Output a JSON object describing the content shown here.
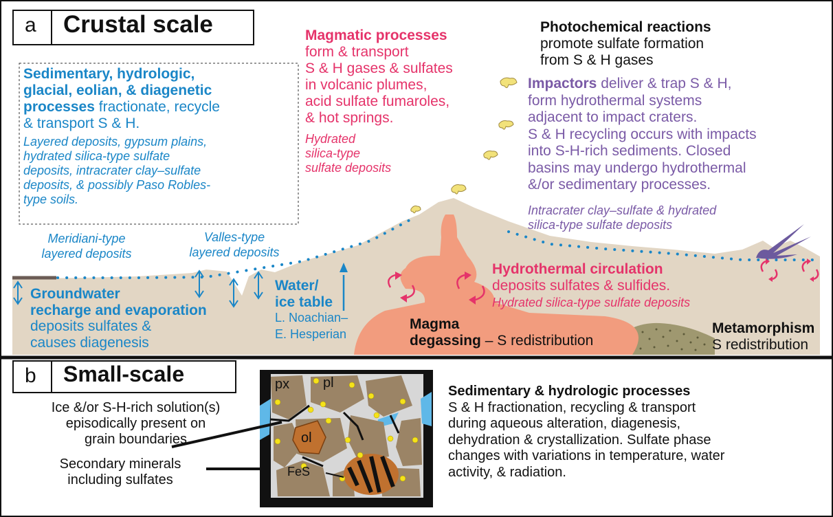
{
  "panel_a": {
    "letter": "a",
    "title": "Crustal scale",
    "sedimentary": {
      "head1": "Sedimentary, hydrologic,",
      "head2": "glacial, eolian, & diagenetic",
      "head3": "processes",
      "head3_tail": " fractionate, recycle",
      "line4": "& transport S & H.",
      "ex1": "Layered deposits, gypsum plains,",
      "ex2": "hydrated silica-type sulfate",
      "ex3": "deposits, intracrater clay–sulfate",
      "ex4": "deposits,  & possibly Paso Robles-",
      "ex5": "type soils."
    },
    "magmatic": {
      "head": "Magmatic processes",
      "l1": "form & transport",
      "l2": "S & H gases & sulfates",
      "l3": "in volcanic plumes,",
      "l4": "acid sulfate fumaroles,",
      "l5": "& hot springs.",
      "ex1": "Hydrated",
      "ex2": "silica-type",
      "ex3": "sulfate deposits"
    },
    "photochemical": {
      "head": "Photochemical reactions",
      "l1": "promote sulfate formation",
      "l2": "from S & H gases"
    },
    "impactors": {
      "head": "Impactors",
      "head_tail": " deliver & trap S & H,",
      "l1": "form hydrothermal systems",
      "l2": "adjacent to impact craters.",
      "l3": "S & H recycling occurs with impacts",
      "l4": "into S-H-rich sediments.  Closed",
      "l5": "basins may undergo hydrothermal",
      "l6": "&/or sedimentary processes.",
      "ex1": "Intracrater clay–sulfate & hydrated",
      "ex2": "silica-type sulfate deposits"
    },
    "meridiani": {
      "l1": "Meridiani-type",
      "l2": "layered deposits"
    },
    "valles": {
      "l1": "Valles-type",
      "l2": "layered deposits"
    },
    "groundwater": {
      "h1": "Groundwater",
      "h2": "recharge and evaporation",
      "l1": "deposits sulfates &",
      "l2": "causes diagenesis"
    },
    "water_table": {
      "h1": "Water/",
      "h2": "ice table",
      "l1": "L. Noachian–",
      "l2": "E. Hesperian"
    },
    "hydrothermal": {
      "head": "Hydrothermal circulation",
      "l1": "deposits sulfates & sulfides.",
      "ex1": "Hydrated silica-type sulfate deposits"
    },
    "magma": {
      "h1": "Magma",
      "h2": "degassing",
      "tail": " – S redistribution"
    },
    "metamorphism": {
      "head": "Metamorphism",
      "l1": "S redistribution"
    }
  },
  "panel_b": {
    "letter": "b",
    "title": "Small-scale",
    "ice": {
      "l1": "Ice &/or S-H-rich solution(s)",
      "l2": "episodically present on",
      "l3": "grain boundaries"
    },
    "secondary": {
      "l1": "Secondary minerals",
      "l2": "including sulfates"
    },
    "grains": {
      "px": "px",
      "pl": "pl",
      "ol": "ol",
      "fes": "FeS"
    },
    "sedimentary": {
      "head": "Sedimentary & hydrologic processes",
      "l1": "S & H fractionation, recycling & transport",
      "l2": "during aqueous alteration, diagenesis,",
      "l3": "dehydration & crystallization. Sulfate phase",
      "l4": "changes with variations in temperature, water",
      "l5": "activity, & radiation."
    }
  },
  "colors": {
    "ground": "#e2d6c4",
    "magma": "#f29c7e",
    "water_blue": "#1a86c7",
    "pink": "#e5336a",
    "purple": "#7a5aa6",
    "plume": "#f2e27a",
    "grain": "#9b8466",
    "olivine": "#c0712f",
    "ice": "#5fb8e8"
  },
  "icons": [
    "plume-icon",
    "impactor-icon",
    "circulation-arrow-icon",
    "double-arrow-icon"
  ]
}
